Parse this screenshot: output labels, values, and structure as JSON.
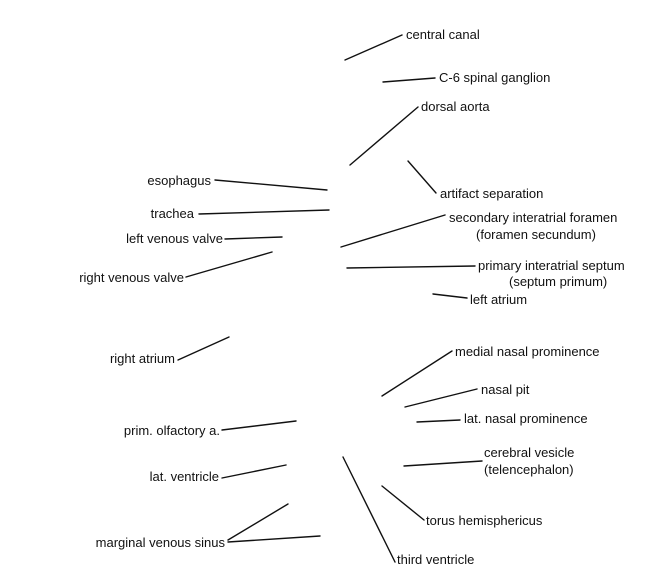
{
  "labels": {
    "central_canal": "central canal",
    "c6_spinal_ganglion": "C-6 spinal ganglion",
    "dorsal_aorta": "dorsal aorta",
    "esophagus": "esophagus",
    "artifact_separation": "artifact separation",
    "trachea": "trachea",
    "secondary_interatrial_foramen": "secondary interatrial foramen",
    "foramen_secundum": "(foramen secundum)",
    "left_venous_valve": "left venous valve",
    "right_venous_valve": "right venous valve",
    "primary_interatrial_septum": "primary interatrial septum",
    "septum_primum": "(septum primum)",
    "left_atrium": "left atrium",
    "right_atrium": "right atrium",
    "medial_nasal_prominence": "medial nasal prominence",
    "nasal_pit": "nasal pit",
    "prim_olfactory_a": "prim. olfactory a.",
    "lat_nasal_prominence": "lat. nasal prominence",
    "cerebral_vesicle": "cerebral vesicle",
    "telencephalon": "(telencephalon)",
    "lat_ventricle": "lat. ventricle",
    "torus_hemisphericus": "torus hemisphericus",
    "marginal_venous_sinus": "marginal venous sinus",
    "third_ventricle": "third ventricle"
  },
  "colors": {
    "text": "#111111",
    "leader": "#111111",
    "background": "#ffffff"
  }
}
